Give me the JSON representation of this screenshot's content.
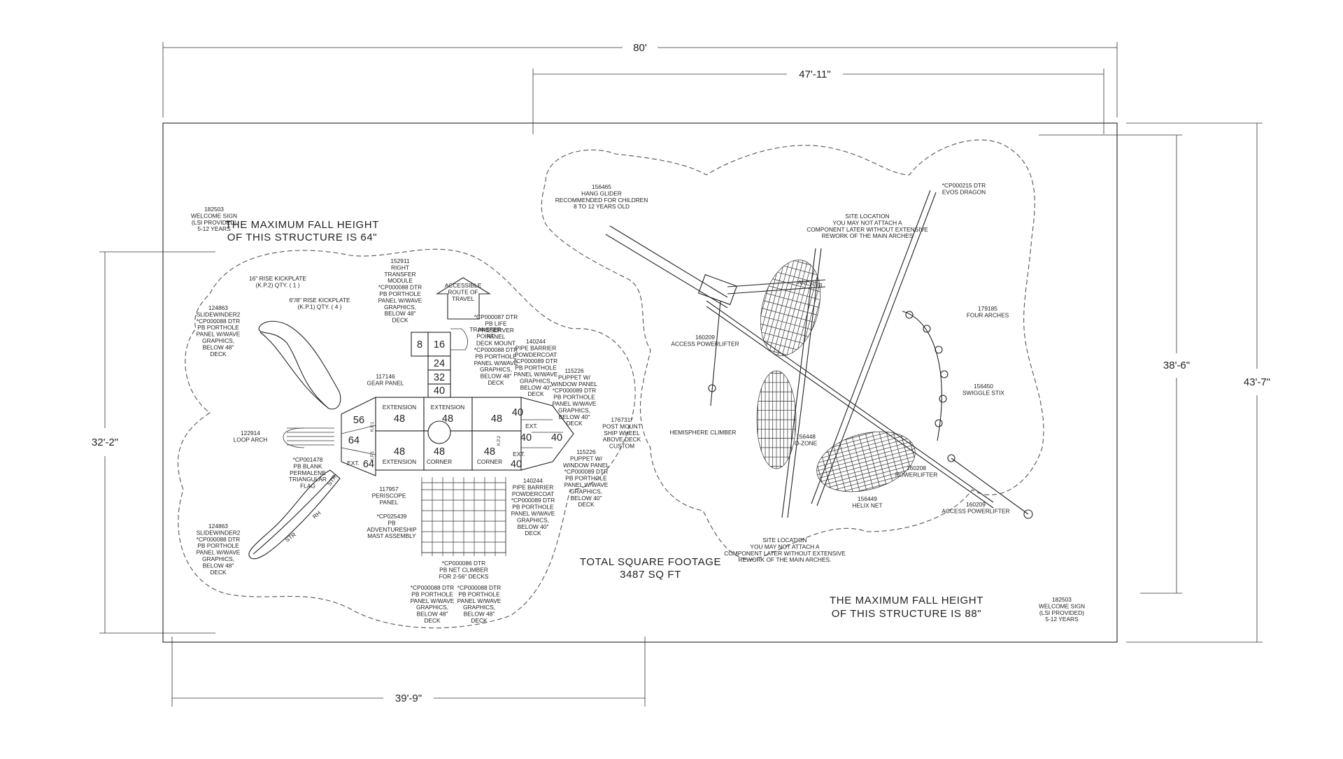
{
  "dimensions": {
    "overall_width": "80'",
    "right_width": "47'-11\"",
    "left_width": "39'-9\"",
    "left_height": "32'-2\"",
    "right_height": "38'-6\"",
    "overall_height": "43'-7\""
  },
  "fall_height_left": [
    "THE MAXIMUM FALL HEIGHT",
    "OF THIS STRUCTURE IS 64\""
  ],
  "fall_height_right": [
    "THE MAXIMUM FALL HEIGHT",
    "OF THIS STRUCTURE IS 88\""
  ],
  "square_footage": [
    "TOTAL SQUARE FOOTAGE",
    "3487 SQ FT"
  ],
  "signs": {
    "left": [
      "182503",
      "WELCOME SIGN",
      "(LSI PROVIDED)",
      "5-12 YEARS"
    ],
    "right": [
      "182503",
      "WELCOME SIGN",
      "(LSI PROVIDED)",
      "5-12 YEARS"
    ]
  },
  "left_labels": {
    "kickplate_16": [
      "16\" RISE KICKPLATE",
      "(K.P.2) QTY. ( 1 )"
    ],
    "kickplate_6": [
      "6\"/8\" RISE KICKPLATE",
      "(K.P.1) QTY. ( 4 )"
    ],
    "slide_top": [
      "124863",
      "SLIDEWINDER2",
      "*CP000088 DTR",
      "PB PORTHOLE",
      "PANEL W/WAVE",
      "GRAPHICS,",
      "BELOW 48\"",
      "DECK"
    ],
    "slide_bottom": [
      "124863",
      "SLIDEWINDER2",
      "*CP000088 DTR",
      "PB PORTHOLE",
      "PANEL W/WAVE",
      "GRAPHICS,",
      "BELOW 48\"",
      "DECK"
    ],
    "loop_arch": [
      "122914",
      "LOOP ARCH"
    ],
    "flag": [
      "*CP001478",
      "PB BLANK",
      "PERMALENE",
      "TRIANGULAR",
      "FLAG"
    ],
    "transfer_module": [
      "152911",
      "RIGHT",
      "TRANSFER",
      "MODULE",
      "*CP000088 DTR",
      "PB PORTHOLE",
      "PANEL W/WAVE",
      "GRAPHICS,",
      "BELOW 48\"",
      "DECK"
    ],
    "accessible": [
      "ACCESSIBLE",
      "ROUTE OF",
      "TRAVEL"
    ],
    "transfer_point": [
      "TRANSFER",
      "POINT"
    ],
    "life_preserver": [
      "*CP000087 DTR",
      "PB LIFE",
      "PRESERVER",
      "PANEL",
      "DECK MOUNT",
      "*CP000088 DTR",
      "PB PORTHOLE",
      "PANEL W/WAVE",
      "GRAPHICS,",
      "BELOW 48\"",
      "DECK"
    ],
    "pipe_barrier_top": [
      "140244",
      "PIPE BARRIER",
      "POWDERCOAT",
      "*CP000089 DTR",
      "PB PORTHOLE",
      "PANEL W/WAVE",
      "GRAPHICS,",
      "BELOW 40\"",
      "DECK"
    ],
    "puppet_top": [
      "115226",
      "PUPPET W/",
      "WINDOW PANEL",
      "*CP000089 DTR",
      "PB PORTHOLE",
      "PANEL W/WAVE",
      "GRAPHICS,",
      "BELOW 40\"",
      "DECK"
    ],
    "ship_wheel": [
      "176731*",
      "POST MOUNT",
      "SHIP WHEEL",
      "ABOVE DECK",
      "CUSTOM"
    ],
    "puppet_bottom": [
      "115226",
      "PUPPET W/",
      "WINDOW PANEL",
      "*CP000089 DTR",
      "PB PORTHOLE",
      "PANEL W/WAVE",
      "GRAPHICS,",
      "BELOW 40\"",
      "DECK"
    ],
    "pipe_barrier_bottom": [
      "140244",
      "PIPE BARRIER",
      "POWDERCOAT",
      "*CP000089 DTR",
      "PB PORTHOLE",
      "PANEL W/WAVE",
      "GRAPHICS,",
      "BELOW 40\"",
      "DECK"
    ],
    "gear_panel": [
      "117146",
      "GEAR PANEL"
    ],
    "periscope": [
      "117957",
      "PERISCOPE",
      "PANEL"
    ],
    "mast": [
      "*CP025439",
      "PB",
      "ADVENTURESHIP",
      "MAST ASSEMBLY"
    ],
    "net_climber": [
      "*CP000086 DTR",
      "PB NET CLIMBER",
      "FOR 2-56\" DECKS"
    ],
    "porthole_bl": [
      "*CP000088 DTR",
      "PB PORTHOLE",
      "PANEL W/WAVE",
      "GRAPHICS,",
      "BELOW 48\"",
      "DECK"
    ],
    "porthole_br": [
      "*CP000088 DTR",
      "PB PORTHOLE",
      "PANEL W/WAVE",
      "GRAPHICS,",
      "BELOW 48\"",
      "DECK"
    ]
  },
  "decks": {
    "t8": "8",
    "t16": "16",
    "t24": "24",
    "t32": "32",
    "t40": "40",
    "d56": "56",
    "d64a": "64",
    "d64b": "64",
    "ext1": "EXTENSION",
    "ext1v": "48",
    "ext2": "EXTENSION",
    "ext2v": "48",
    "d48a": "48",
    "ext3": "EXTENSION",
    "ext3v": "48",
    "corner1": "CORNER",
    "corner1v": "48",
    "corner2": "CORNER",
    "corner2v": "48",
    "d40a": "40",
    "d40b": "40",
    "d40c": "40",
    "d40d": "40",
    "ext_s1": "EXT.",
    "ext_s2": "EXT.",
    "ext_s3": "EXT.",
    "kp_a": "K.P.1",
    "kp_b": "K.P.1",
    "kp_c": "K.P.2",
    "slide_str1": "STR",
    "slide_str2": "STR",
    "slide_rh": "RH"
  },
  "right_labels": {
    "hang_glider": [
      "156465",
      "HANG GLIDER",
      "RECOMMENDED FOR CHILDREN",
      "8 TO 12 YEARS OLD"
    ],
    "evos_dragon": [
      "*CP000215 DTR",
      "EVOS DRAGON"
    ],
    "site_top": [
      "SITE LOCATION",
      "YOU MAY NOT ATTACH A",
      "COMPONENT LATER WITHOUT EXTENSIVE",
      "REWORK OF THE MAIN ARCHES"
    ],
    "four_arches": [
      "179185",
      "FOUR ARCHES"
    ],
    "access_top": [
      "160209",
      "ACCESS POWERLIFTER"
    ],
    "swiggle": [
      "156450",
      "SWIGGLE STIX"
    ],
    "hemisphere": [
      "HEMISPHERE CLIMBER"
    ],
    "ozone": [
      "156448",
      "O-ZONE"
    ],
    "powerlifter": [
      "160208",
      "POWERLIFTER"
    ],
    "helix": [
      "156449",
      "HELIX NET"
    ],
    "access_bottom": [
      "160209",
      "ACCESS POWERLIFTER"
    ],
    "site_bottom": [
      "SITE LOCATION",
      "YOU MAY NOT ATTACH A",
      "COMPONENT LATER WITHOUT EXTENSIVE",
      "REWORK OF THE MAIN ARCHES."
    ],
    "arch_tag": "ARCH #3"
  }
}
